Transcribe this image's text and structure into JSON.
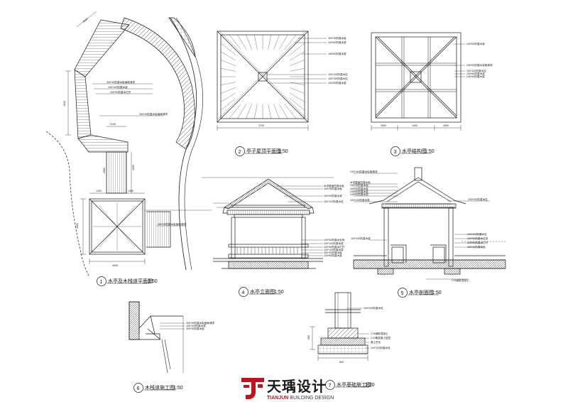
{
  "colors": {
    "line": "#1a1a1a",
    "accent": "#c0141c",
    "paper": "#ffffff"
  },
  "drawings": {
    "d1": {
      "number": "1",
      "title": "水亭及木栈道平面图",
      "scale": "1:50"
    },
    "d2": {
      "number": "2",
      "title": "亭子屋顶平面图",
      "scale": "1:50"
    },
    "d3": {
      "number": "3",
      "title": "水亭结构图",
      "scale": "1:50"
    },
    "d4": {
      "number": "4",
      "title": "水亭立面图",
      "scale": "1:50"
    },
    "d5": {
      "number": "5",
      "title": "水亭剖面图",
      "scale": "1:50"
    },
    "d6": {
      "number": "6",
      "title": "木栈道施工图",
      "scale": "1:50"
    },
    "d7": {
      "number": "7",
      "title": "水亭基础施工图",
      "scale": "1:20"
    }
  },
  "dims": {
    "d1_top": "4000",
    "d1_side": "4045",
    "d1_mid": "2245",
    "d1_a": "1200",
    "d1_b": "1400",
    "d1_c": "4000",
    "d1_d": "4000",
    "d1_e": "2900",
    "d2_w": "3700",
    "d3_a": "2900",
    "d3_b": "1400",
    "d7_a": "800",
    "d7_b": "650"
  },
  "notes": {
    "n1": "300*30防腐木板面刷清漆",
    "n2": "100*100防腐木梁",
    "n3": "100*50防腐木栏杆",
    "n4": "300*30防腐木板面刷清漆",
    "n5": "300*30防腐木板面刷清漆",
    "n6": "300*30防腐木板",
    "n7": "240*60防腐木梁",
    "n8": "160*60防腐木梁",
    "n9": "100*100防腐木柱",
    "n10": "150*150防腐木柱",
    "n11": "100*80防腐木梁",
    "n12": "240*60防腐木梁",
    "n13": "240*60防腐木梁刷清漆",
    "n14": "木亭屋面防腐木板",
    "n15": "150*30防腐木板",
    "n16": "150*60防腐木梁",
    "n17": "100*100防腐木柱",
    "n18": "100*50防腐木坐凳",
    "n19": "240*240防腐木柱刷清漆",
    "n20": "100*100防腐木梁",
    "n21": "200*200防腐木柱",
    "n22": "C25钢筋混凝土",
    "n23": "C15素混凝土垫层",
    "n24": "素土夯实",
    "n25": "100*100防腐木梁"
  },
  "brand": {
    "cn": "天瑀设计",
    "en_a": "TIANJUN",
    "en_b": " BUILDING DESIGN"
  }
}
